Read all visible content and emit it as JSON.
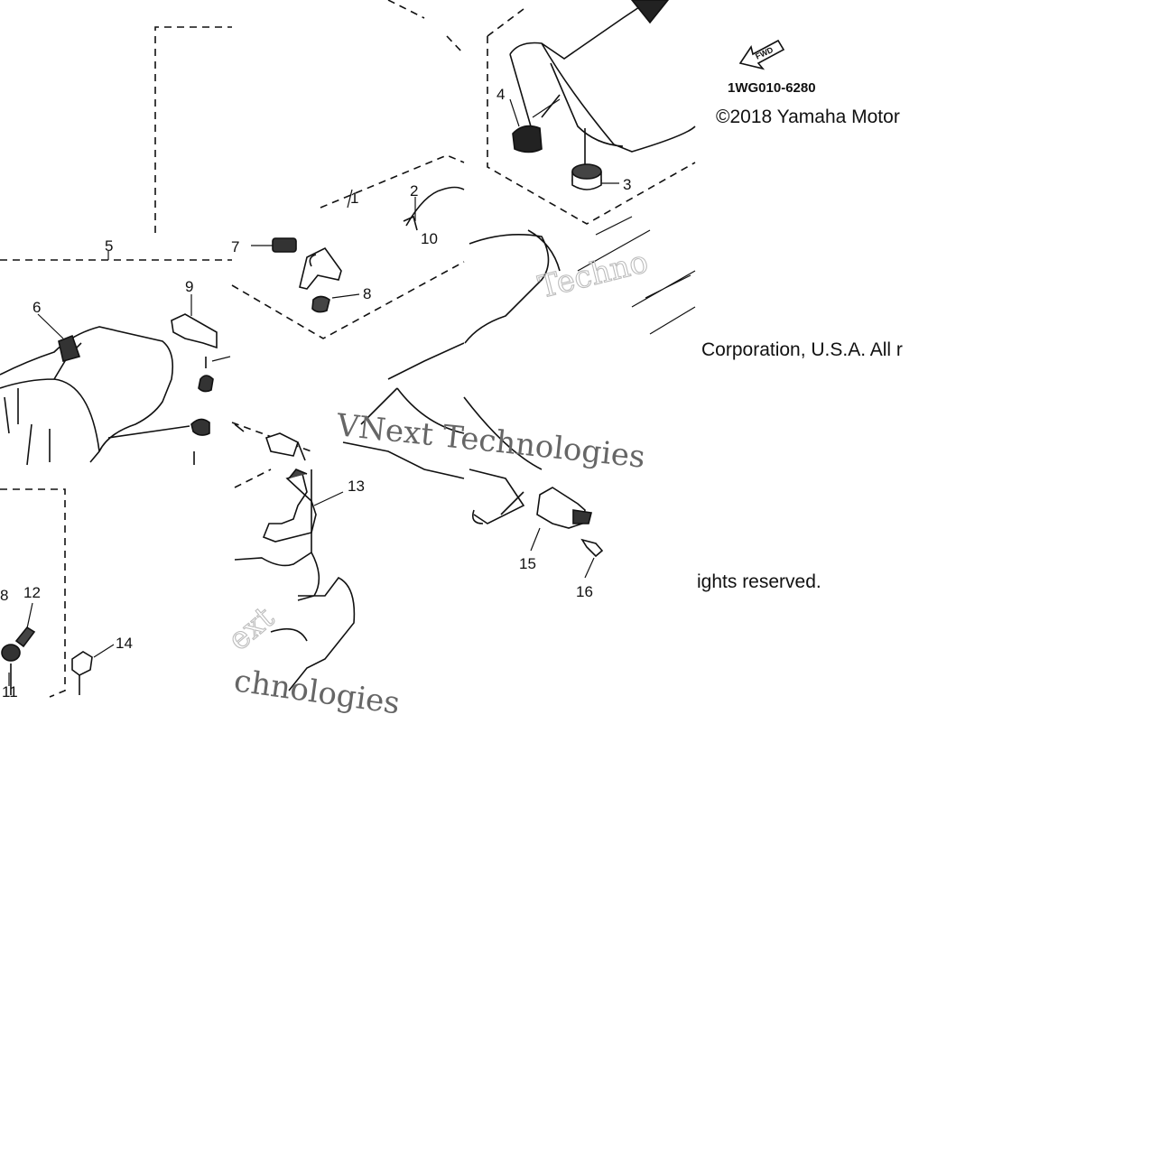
{
  "diagram": {
    "reference_code": "1WG010-6280",
    "forward_arrow_label": "FWD",
    "copyright": {
      "line1": "©2018 Yamaha Motor",
      "line2": "Corporation, U.S.A. All r",
      "line3": "ights reserved."
    },
    "watermark": {
      "part_a": "Techno",
      "part_b": "VNext Technologies",
      "part_c": "ext",
      "part_d": "chnologies"
    },
    "callouts": {
      "c1": "1",
      "c2": "2",
      "c3": "3",
      "c4": "4",
      "c5": "5",
      "c6": "6",
      "c7": "7",
      "c8a": "8",
      "c8b": "8",
      "c9": "9",
      "c10": "10",
      "c11": "11",
      "c12": "12",
      "c13": "13",
      "c14": "14",
      "c15": "15",
      "c16": "16"
    }
  }
}
